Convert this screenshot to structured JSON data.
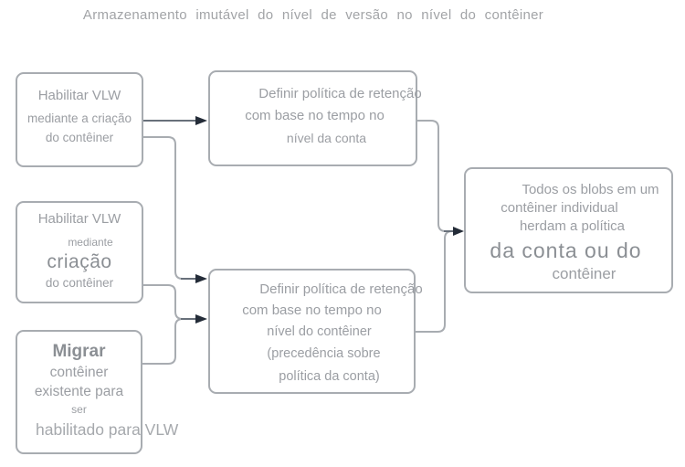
{
  "title": "Armazenamento imutável do nível de versão no nível do contêiner",
  "colors": {
    "box_border": "#a8acb1",
    "connector_rail": "#a8acb1",
    "arrow_line": "#68707a",
    "arrow_head": "#242c38",
    "text": "#9b9ea3",
    "text_emphasis": "#8b8f94",
    "text_light": "#a6a9ad",
    "title_text": "#a2a4a7"
  },
  "boxes": {
    "enable_vlw_create": {
      "lines": [
        "Habilitar VLW",
        "mediante a criação",
        "do contêiner"
      ]
    },
    "enable_vlw_creation": {
      "lines": [
        "Habilitar VLW",
        "mediante",
        "criação",
        "do contêiner"
      ]
    },
    "migrate_existing": {
      "lines": [
        "Migrar",
        "contêiner",
        "existente para",
        "ser",
        "habilitado para VLW"
      ]
    },
    "retention_account": {
      "lines": [
        "Definir política de retenção",
        "com base no tempo no",
        "nível da conta"
      ]
    },
    "retention_container": {
      "lines": [
        "Definir política de retenção",
        "com base no tempo no",
        "nível do contêiner",
        "(precedência sobre",
        "política da conta)"
      ]
    },
    "blobs_inherit": {
      "lines": [
        "Todos os blobs em um",
        "contêiner individual",
        "herdam a política",
        "da conta ou do",
        "contêiner"
      ]
    }
  }
}
